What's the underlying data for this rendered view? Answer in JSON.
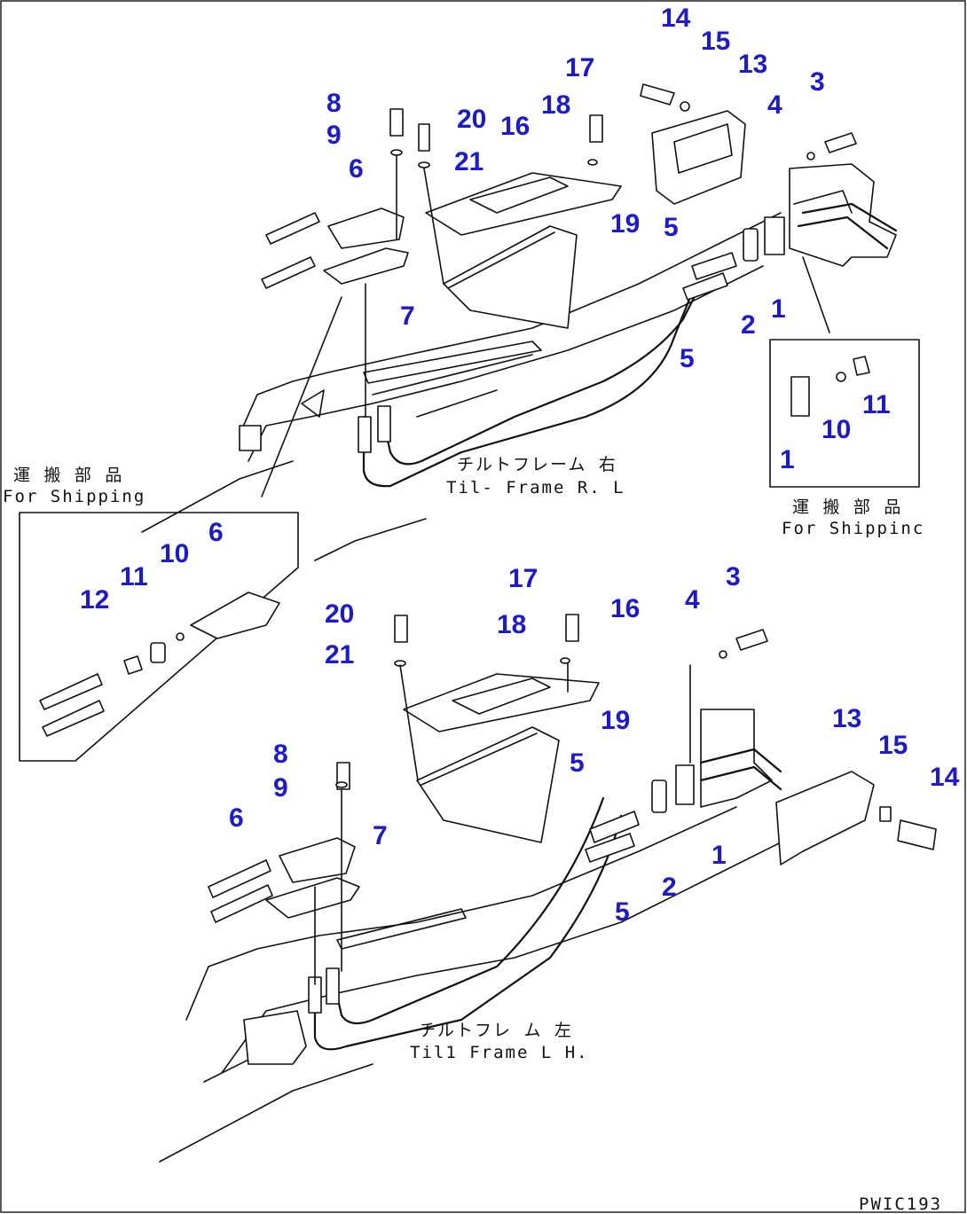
{
  "callouts": {
    "top": [
      {
        "id": "c14a",
        "text": "14"
      },
      {
        "id": "c15a",
        "text": "15"
      },
      {
        "id": "c13a",
        "text": "13"
      },
      {
        "id": "c17a",
        "text": "17"
      },
      {
        "id": "c3a",
        "text": "3"
      },
      {
        "id": "c8a",
        "text": "8"
      },
      {
        "id": "c20a",
        "text": "20"
      },
      {
        "id": "c18a",
        "text": "18"
      },
      {
        "id": "c16a",
        "text": "16"
      },
      {
        "id": "c4a",
        "text": "4"
      },
      {
        "id": "c9a",
        "text": "9"
      },
      {
        "id": "c21a",
        "text": "21"
      },
      {
        "id": "c6a",
        "text": "6"
      },
      {
        "id": "c19a",
        "text": "19"
      },
      {
        "id": "c5a",
        "text": "5"
      },
      {
        "id": "c7a",
        "text": "7"
      },
      {
        "id": "c1a",
        "text": "1"
      },
      {
        "id": "c2a",
        "text": "2"
      },
      {
        "id": "c5b",
        "text": "5"
      }
    ],
    "top_inset": [
      {
        "id": "c11a",
        "text": "11"
      },
      {
        "id": "c10a",
        "text": "10"
      },
      {
        "id": "c1b",
        "text": "1"
      }
    ],
    "left_inset": [
      {
        "id": "c6b",
        "text": "6"
      },
      {
        "id": "c11b",
        "text": "11"
      },
      {
        "id": "c10b",
        "text": "10"
      },
      {
        "id": "c12a",
        "text": "12"
      }
    ],
    "bottom": [
      {
        "id": "c17b",
        "text": "17"
      },
      {
        "id": "c3b",
        "text": "3"
      },
      {
        "id": "c20b",
        "text": "20"
      },
      {
        "id": "c4b",
        "text": "4"
      },
      {
        "id": "c16b",
        "text": "16"
      },
      {
        "id": "c18b",
        "text": "18"
      },
      {
        "id": "c21b",
        "text": "21"
      },
      {
        "id": "c13b",
        "text": "13"
      },
      {
        "id": "c19b",
        "text": "19"
      },
      {
        "id": "c15b",
        "text": "15"
      },
      {
        "id": "c8b",
        "text": "8"
      },
      {
        "id": "c5c",
        "text": "5"
      },
      {
        "id": "c14b",
        "text": "14"
      },
      {
        "id": "c9b",
        "text": "9"
      },
      {
        "id": "c6c",
        "text": "6"
      },
      {
        "id": "c7b",
        "text": "7"
      },
      {
        "id": "c1c",
        "text": "1"
      },
      {
        "id": "c2b",
        "text": "2"
      },
      {
        "id": "c5d",
        "text": "5"
      }
    ]
  },
  "notes": {
    "shipping_left_jp": "運 搬 部 品",
    "shipping_left_en": "For Shipping",
    "shipping_right_jp": "運 搬 部 品",
    "shipping_right_en": "For Shippinc",
    "tilt_rh_jp": "チルトフレーム 右",
    "tilt_rh_en": "Til- Frame R. L",
    "tilt_lh_jp": "チルトフレ ム 左",
    "tilt_lh_en": "Til1 Frame L H."
  },
  "drawing_code": "PWIC193"
}
